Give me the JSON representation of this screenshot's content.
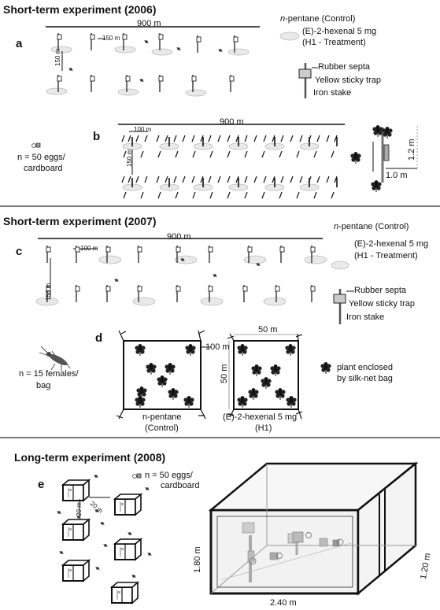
{
  "section_2006": {
    "title": "Short-term experiment (2006)",
    "panel_a": "a",
    "panel_b": "b",
    "legend_control_prefix": "n",
    "legend_control_suffix": "-pentane (Control)",
    "legend_treatment_line1": "(E)-2-hexenal 5 mg",
    "legend_treatment_line2": "(H1 - Treatment)",
    "legend_septa": "Rubber septa",
    "legend_trap": "Yellow sticky trap",
    "legend_stake": "Iron stake",
    "dist_900_a": "900 m",
    "dist_150_h": "150 m",
    "dist_150_v": "150 m",
    "dist_900_b": "900 m",
    "dist_100_b": "100 m",
    "dist_150_b": "150 m",
    "dim_12": "1.2 m",
    "dim_10": "1.0 m",
    "eggs_line1": "n = 50 eggs/",
    "eggs_line2": "cardboard"
  },
  "section_2007": {
    "title": "Short-term experiment (2007)",
    "panel_c": "c",
    "panel_d": "d",
    "legend_control_prefix": "n",
    "legend_control_suffix": "-pentane (Control)",
    "legend_treatment_line1": "(E)-2-hexenal 5 mg",
    "legend_treatment_line2": "(H1 - Treatment)",
    "legend_septa": "Rubber septa",
    "legend_trap": "Yellow sticky trap",
    "legend_stake": "Iron stake",
    "dist_900": "900 m",
    "dist_100": "100 m",
    "dist_150": "150 m",
    "dist_100_d": "100 m",
    "dist_50_h": "50 m",
    "dist_50_v": "50 m",
    "females_line1": "n = 15 females/",
    "females_line2": "bag",
    "plot_control_line1": "n-pentane",
    "plot_control_line2": "(Control)",
    "plot_treatment_line1": "(E)-2-hexenal 5 mg",
    "plot_treatment_line2": "(H1)",
    "plant_line1": "plant enclosed",
    "plant_line2": "by silk-net bag"
  },
  "section_2008": {
    "title": "Long-term experiment (2008)",
    "panel_e": "e",
    "eggs_line1": "n = 50 eggs/",
    "eggs_line2": "cardboard",
    "dist_20_a": "20 m",
    "dist_20_b": "20 m",
    "cage_height": "1.80 m",
    "cage_width": "2.40 m",
    "cage_depth": "1.20 m"
  }
}
